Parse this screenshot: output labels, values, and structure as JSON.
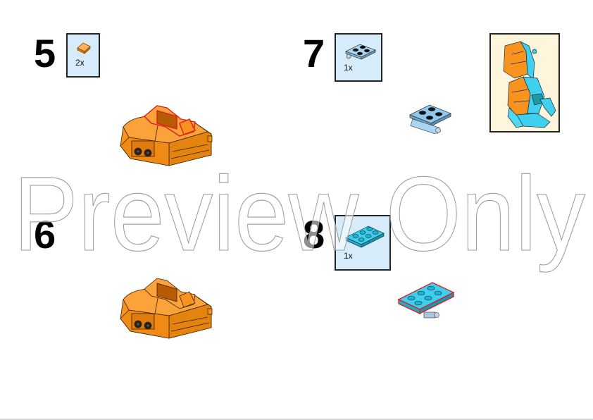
{
  "page": {
    "background": "#ffffff",
    "bottom_border_color": "#d4d4d4"
  },
  "steps": [
    {
      "number": "5",
      "parts": [
        {
          "name": "orange slope 1x1",
          "qty": "2x",
          "color": "#f7931e"
        }
      ],
      "has_red_outline_highlight": true
    },
    {
      "number": "6",
      "parts": [],
      "has_red_outline_highlight": false
    },
    {
      "number": "7",
      "parts": [
        {
          "name": "light blue 2x2 hinge plate",
          "qty": "1x",
          "color": "#8fc7ee"
        }
      ],
      "has_callout": true
    },
    {
      "number": "8",
      "parts": [
        {
          "name": "azure 2x3 plate",
          "qty": "1x",
          "color": "#35c4e6"
        }
      ],
      "has_red_outline_highlight": true
    }
  ],
  "callout": {
    "description": "assembled arm and claw preview",
    "background": "#fdf5dc"
  },
  "colors": {
    "orange": "#f7931e",
    "orange_dark": "#c96a08",
    "azure": "#35c4e6",
    "light_blue": "#8fc7ee",
    "parts_box_bg": "#d6ecfb",
    "highlight_red": "#e31b1b"
  },
  "watermark": {
    "text": "Preview Only",
    "stroke": "#9a9a9a"
  }
}
